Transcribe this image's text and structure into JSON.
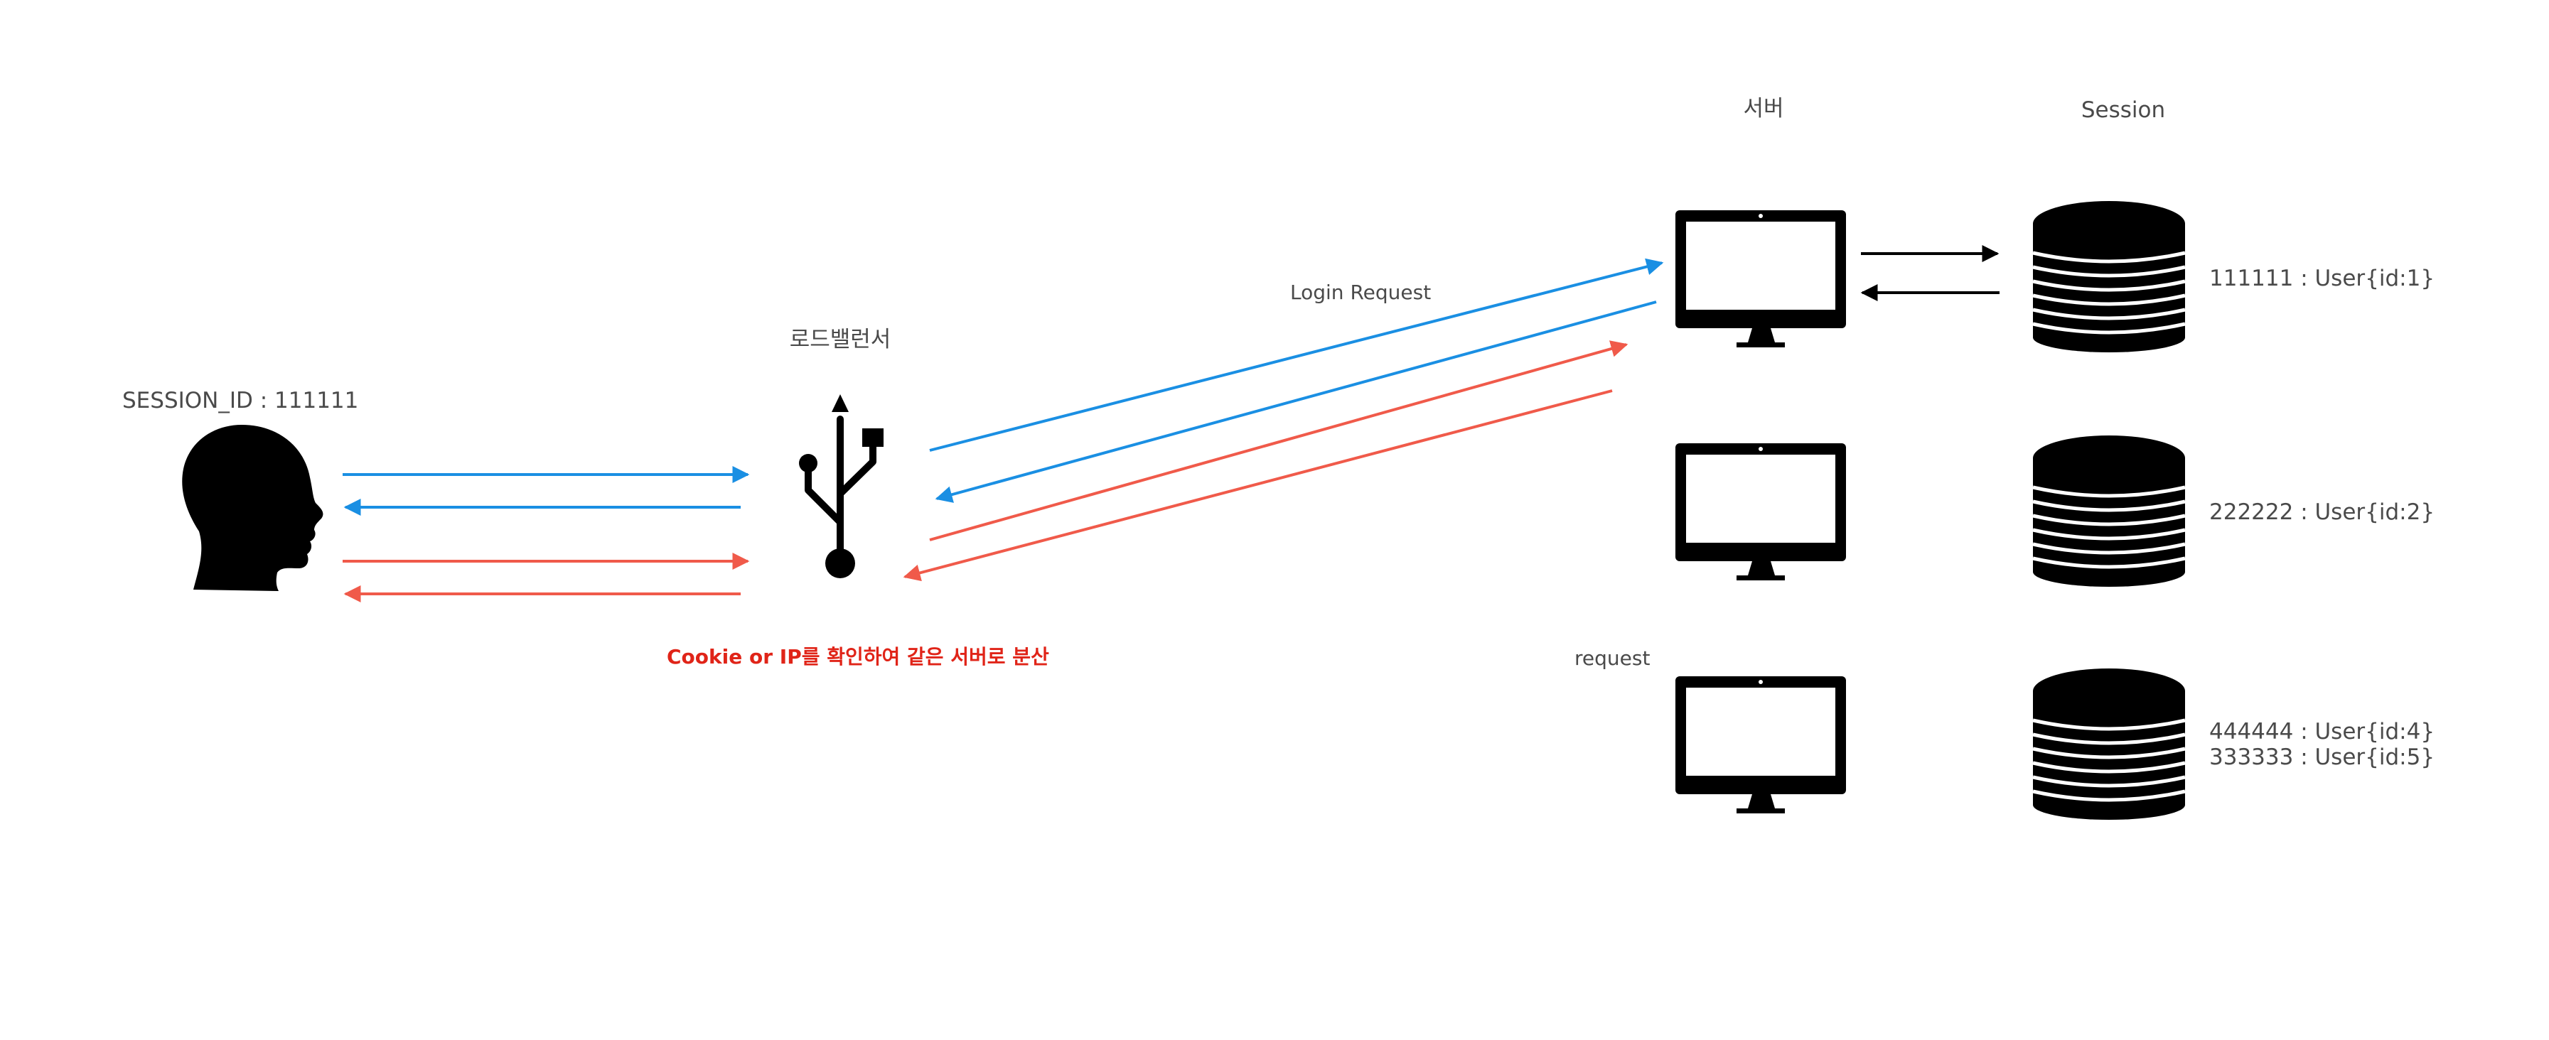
{
  "labels": {
    "session_id": "SESSION_ID : 111111",
    "load_balancer": "로드밸런서",
    "server_header": "서버",
    "session_header": "Session",
    "login_request": "Login Request",
    "request": "request",
    "note": "Cookie or IP를 확인하여 같은 서버로 분산"
  },
  "sessions": [
    {
      "lines": [
        "111111 : User{id:1}"
      ]
    },
    {
      "lines": [
        "222222 : User{id:2}"
      ]
    },
    {
      "lines": [
        "444444 : User{id:4}",
        "333333 : User{id:5}"
      ]
    }
  ],
  "icons": {
    "user": "user-head-icon",
    "load_balancer": "usb-symbol-icon",
    "server": "monitor-icon",
    "session_store": "database-icon"
  },
  "colors": {
    "login_flow": "#1a8fe3",
    "request_flow": "#f05a4a",
    "sync_flow": "#000000",
    "note": "#e02418",
    "text": "#4a4a4a",
    "icon": "#000000"
  }
}
